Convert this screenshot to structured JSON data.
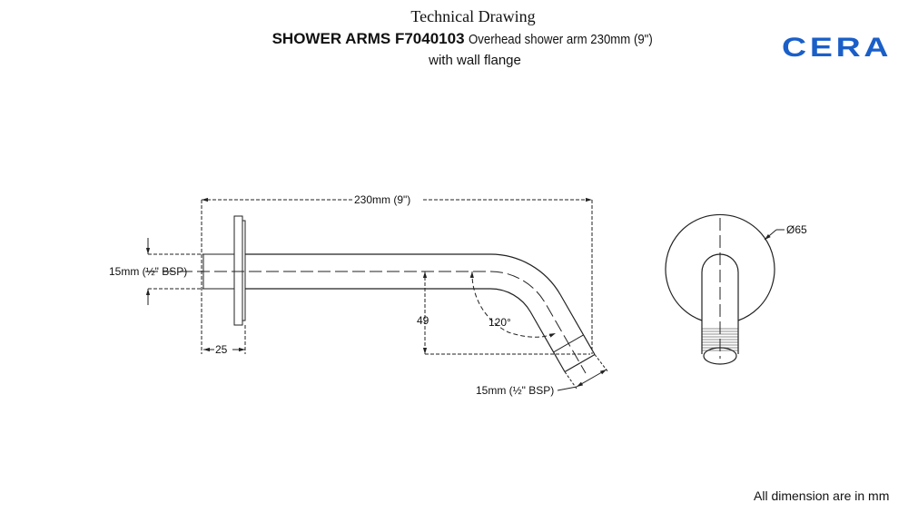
{
  "header": {
    "title": "Technical Drawing",
    "product_code": "SHOWER ARMS F7040103",
    "description": "Overhead shower arm 230mm (9\")",
    "description_line2": "with wall flange"
  },
  "brand": {
    "logo_text": "CERA",
    "color": "#1a5fc8"
  },
  "dimensions": {
    "overall_length": "230mm (9\")",
    "inlet_thread": "15mm (½\" BSP)",
    "outlet_thread": "15mm (½\" BSP)",
    "drop": "49",
    "angle": "120°",
    "inlet_length": "25",
    "flange_diameter": "Ø65"
  },
  "footer": {
    "note": "All dimension are in mm"
  }
}
